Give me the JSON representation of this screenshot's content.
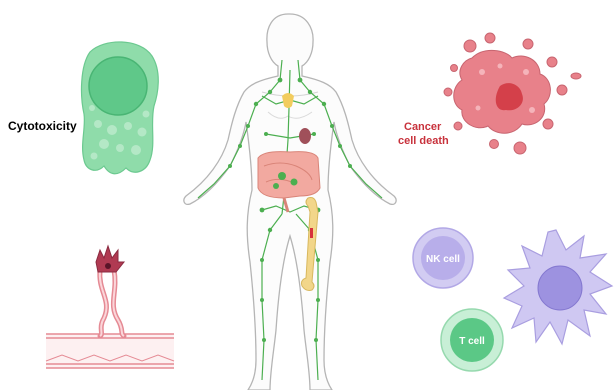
{
  "labels": {
    "cytotoxicity": "Cytotoxicity",
    "cancer_line1": "Cancer",
    "cancer_line2": "cell death",
    "nk_cell": "NK cell",
    "t_cell": "T cell"
  },
  "colors": {
    "cytotoxic_cell": "#8fdcaa",
    "cytotoxic_nucleus": "#5fc889",
    "cancer_cell": "#e8818a",
    "cancer_text": "#c8323c",
    "nk_cell": "#b8aeea",
    "t_cell": "#5bc886",
    "dendritic_cell": "#cfc8f2",
    "body_outline": "#b5b5b5",
    "lymph": "#4caf50",
    "intestine": "#f2a9a0",
    "bone": "#f2d68a",
    "vessel": "#e58a94"
  }
}
